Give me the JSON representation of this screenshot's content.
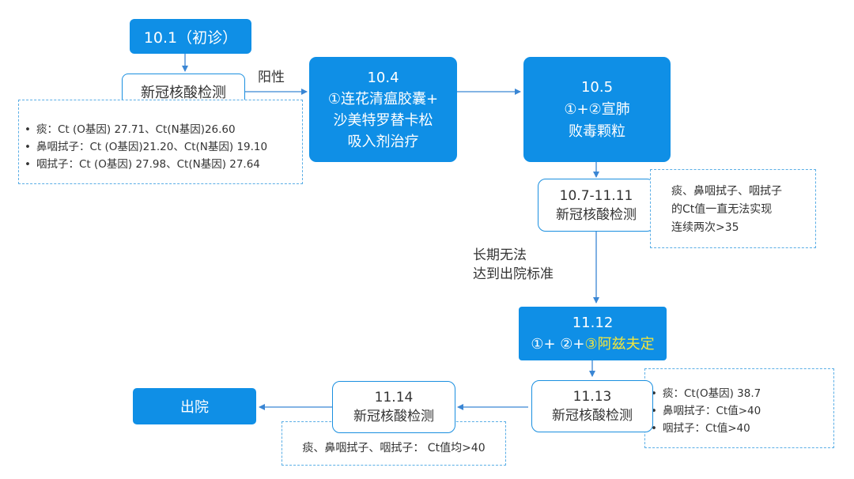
{
  "nodes": {
    "n1_label": "10.1（初诊）",
    "n2_label": "新冠核酸检测",
    "n3_title": "10.4",
    "n3_line1": "①连花清瘟胶囊+",
    "n3_line2": "沙美特罗替卡松",
    "n3_line3": "吸入剂治疗",
    "n4_title": "10.5",
    "n4_line1": "①+②宣肺",
    "n4_line2": "败毒颗粒",
    "n5_line1": "10.7-11.11",
    "n5_line2": "新冠核酸检测",
    "n6_title": "11.12",
    "n6_prefix": "①+ ②+",
    "n6_highlight": "③阿兹夫定",
    "n7_line1": "11.13",
    "n7_line2": "新冠核酸检测",
    "n8_line1": "11.14",
    "n8_line2": "新冠核酸检测",
    "n9_label": "出院"
  },
  "labels": {
    "positive": "阳性",
    "long_line1": "长期无法",
    "long_line2": "达到出院标准"
  },
  "notes": {
    "first": [
      "痰：Ct (O基因) 27.71、Ct(N基因)26.60",
      "鼻咽拭子：Ct (O基因)21.20、Ct(N基因) 19.10",
      "咽拭子：Ct (O基因) 27.98、Ct(N基因) 27.64"
    ],
    "second_line1": "痰、鼻咽拭子、咽拭子",
    "second_line2": "的Ct值一直无法实现",
    "second_line3": "连续两次>35",
    "third": [
      "痰：Ct(O基因) 38.7",
      "鼻咽拭子：Ct值>40",
      "咽拭子：Ct值>40"
    ],
    "fourth": "痰、鼻咽拭子、咽拭子： Ct值均>40"
  },
  "colors": {
    "primary": "#0f8fe6",
    "highlight": "#f5e63a",
    "dashed_border": "#5aaee6"
  }
}
